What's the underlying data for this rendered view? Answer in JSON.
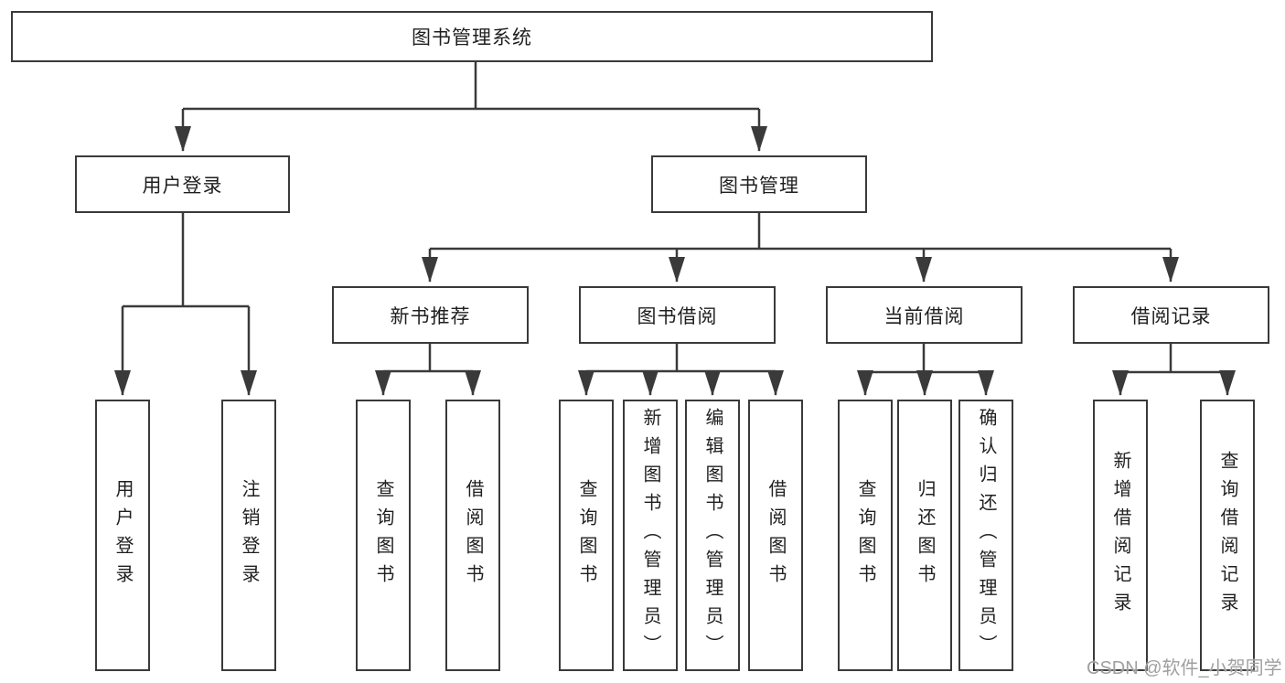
{
  "diagram": {
    "title": "图书管理系统",
    "level2": [
      "用户登录",
      "图书管理"
    ],
    "level3": [
      "新书推荐",
      "图书借阅",
      "当前借阅",
      "借阅记录"
    ],
    "level4": [
      [
        "用户登录",
        "注销登录"
      ],
      [
        "查询图书",
        "借阅图书"
      ],
      [
        "查询图书",
        "新增图书（管理员）",
        "编辑图书（管理员）",
        "借阅图书"
      ],
      [
        "查询图书",
        "归还图书",
        "确认归还（管理员）"
      ],
      [
        "新增借阅记录",
        "查询借阅记录"
      ]
    ]
  },
  "watermark": "CSDN @软件_小贺同学",
  "colors": {
    "line": "#3a3a3a",
    "box_border": "#3a3a3a",
    "box_fill": "#ffffff",
    "text": "#1f1f1f",
    "watermark": "#a0a0a0",
    "background": "#ffffff"
  }
}
